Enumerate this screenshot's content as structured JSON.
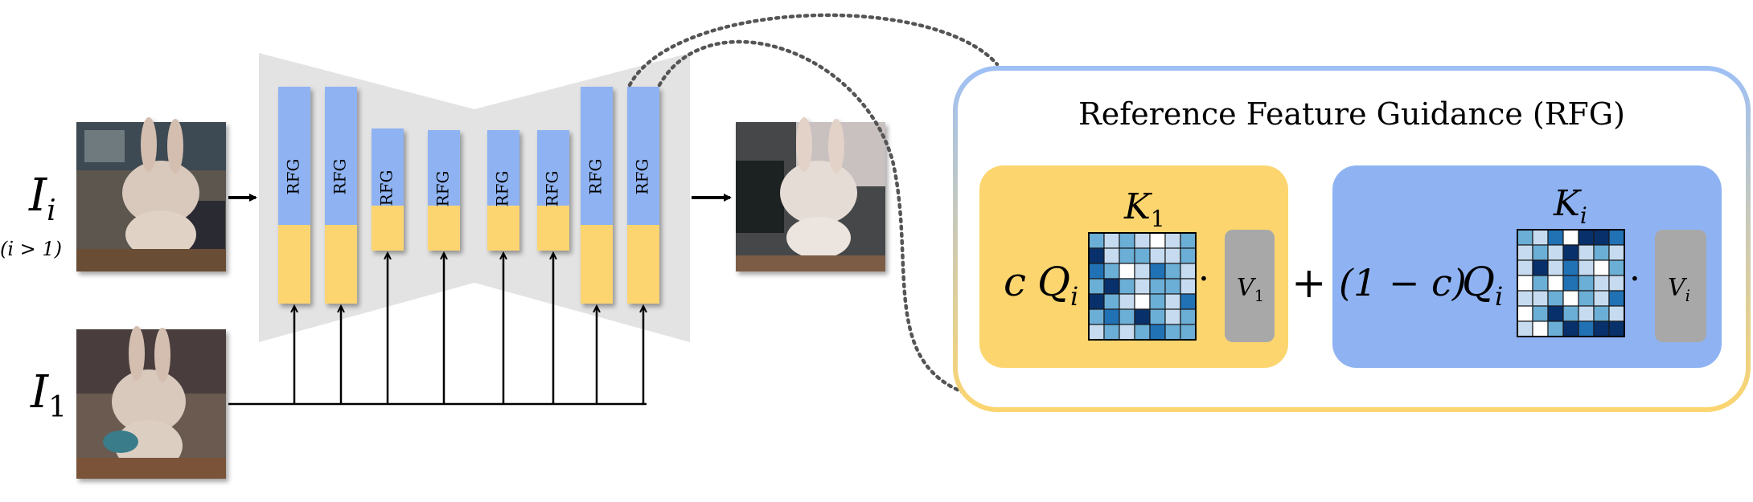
{
  "inputs": {
    "top_label": "I",
    "top_sub": "i",
    "top_condition": "(i > 1)",
    "bottom_label": "I",
    "bottom_sub": "1"
  },
  "unet": {
    "block_label": "RFG",
    "block_count": 8
  },
  "rfg_panel": {
    "title": "Reference Feature Guidance (RFG)",
    "left_term": {
      "coef": "c",
      "q": "Q",
      "q_sub": "i",
      "k": "K",
      "k_sub": "1",
      "dot": "·",
      "v": "V",
      "v_sub": "1"
    },
    "plus": "+",
    "right_term": {
      "coef": "(1 − c)",
      "q": "Q",
      "q_sub": "i",
      "k": "K",
      "k_sub": "i",
      "dot": "·",
      "v": "V",
      "v_sub": "i"
    }
  },
  "colors": {
    "blue_block": "#8fb3f2",
    "yellow_block": "#fcd56f",
    "unet_bg": "#e3e3e3",
    "panel_blue": "#8fb3f2",
    "panel_yellow": "#fcd56f",
    "v_box": "#a8a8a8"
  },
  "matrices": {
    "k1": [
      [
        2,
        1,
        2,
        1,
        0,
        1,
        2
      ],
      [
        4,
        1,
        2,
        2,
        1,
        1,
        2
      ],
      [
        3,
        2,
        0,
        1,
        3,
        2,
        1
      ],
      [
        2,
        4,
        2,
        1,
        2,
        2,
        1
      ],
      [
        4,
        2,
        1,
        0,
        2,
        1,
        3
      ],
      [
        2,
        3,
        2,
        4,
        2,
        1,
        2
      ],
      [
        1,
        2,
        1,
        2,
        3,
        2,
        2
      ]
    ],
    "ki": [
      [
        2,
        1,
        3,
        0,
        4,
        4,
        3
      ],
      [
        1,
        2,
        1,
        4,
        1,
        2,
        1
      ],
      [
        1,
        4,
        1,
        3,
        1,
        0,
        2
      ],
      [
        0,
        2,
        0,
        3,
        2,
        1,
        1
      ],
      [
        1,
        1,
        2,
        0,
        2,
        1,
        3
      ],
      [
        0,
        2,
        4,
        2,
        1,
        2,
        1
      ],
      [
        1,
        0,
        2,
        4,
        3,
        4,
        4
      ]
    ]
  }
}
